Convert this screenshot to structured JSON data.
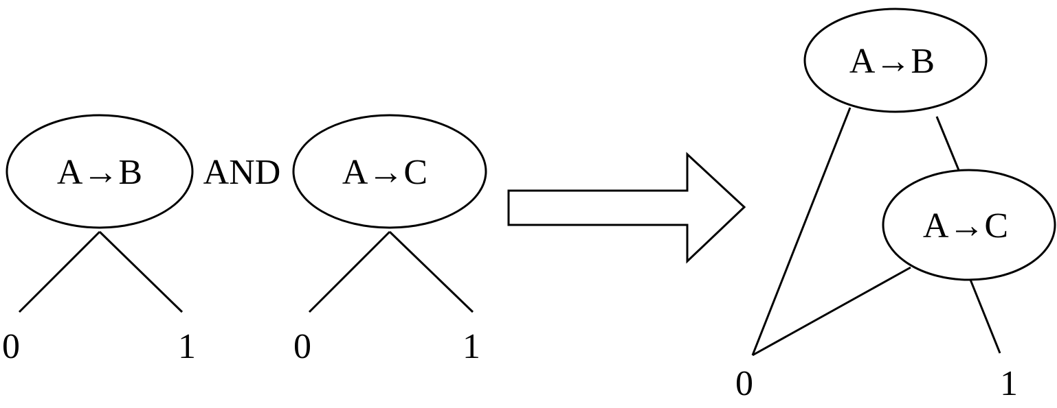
{
  "left": {
    "tree1": {
      "root": "A→B",
      "low": "0",
      "high": "1"
    },
    "operator": "AND",
    "tree2": {
      "root": "A→C",
      "low": "0",
      "high": "1"
    }
  },
  "right": {
    "root": "A→B",
    "child": "A→C",
    "low": "0",
    "high": "1"
  },
  "colors": {
    "stroke": "#000000",
    "background": "#ffffff"
  }
}
